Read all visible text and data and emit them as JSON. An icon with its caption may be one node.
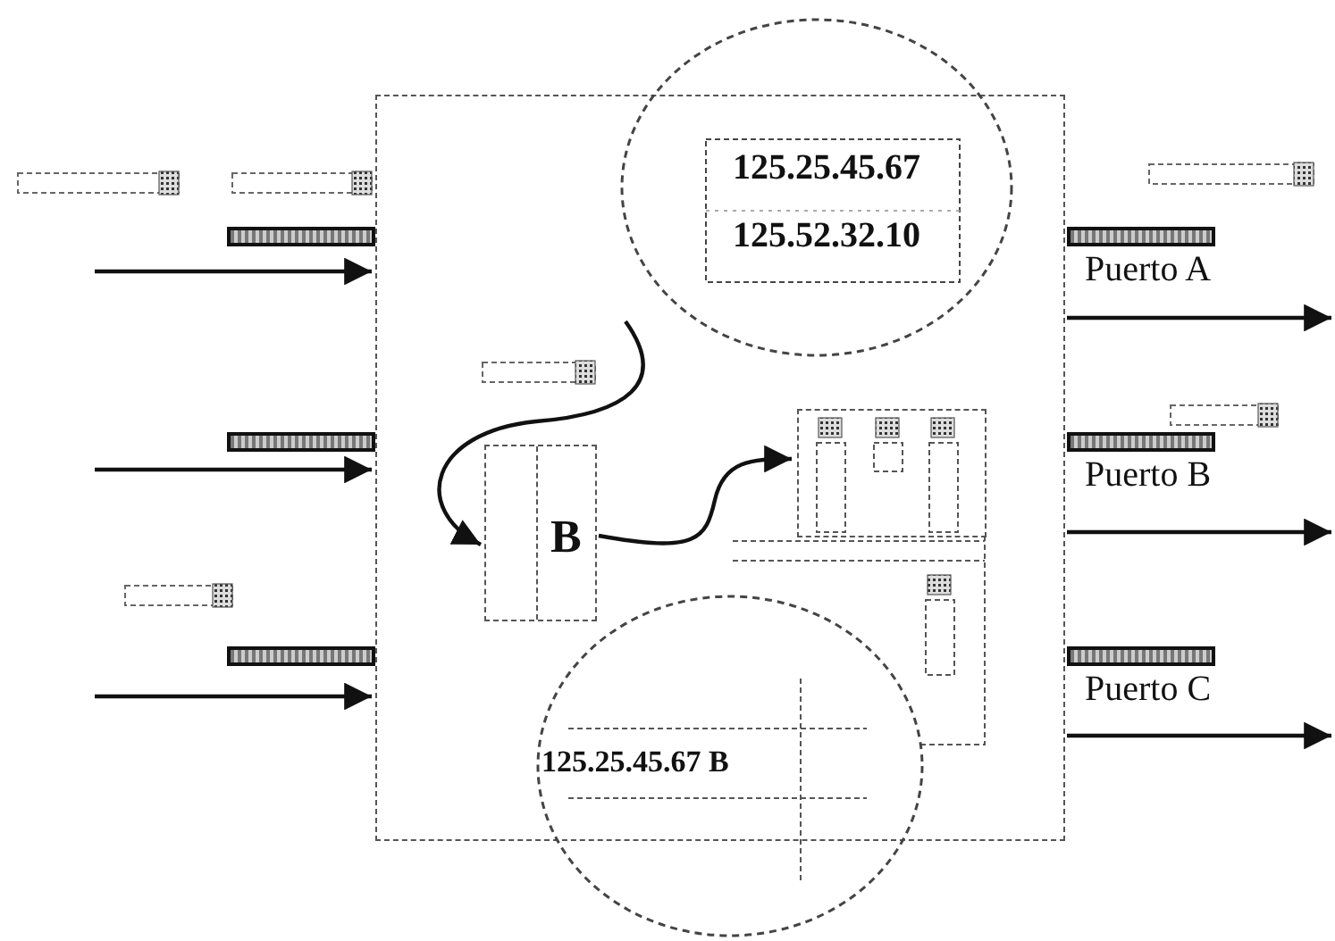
{
  "diagram": {
    "nodes": [
      {
        "text": [],
        "shape": "box"
      },
      {
        "text": [
          "125.25.45.67",
          "125.52.32.10"
        ]
      },
      {
        "text": [
          "B"
        ],
        "in": 0
      },
      {
        "text": [],
        "shape": "box",
        "in": 0
      },
      {
        "text": [
          "125.25.45.67 B"
        ]
      },
      {
        "text": [],
        "shape": "bar"
      },
      {
        "text": [],
        "shape": "bar"
      },
      {
        "text": [],
        "shape": "bar"
      },
      {
        "text": [],
        "shape": "bar",
        "beside": [
          "Puerto A"
        ]
      },
      {
        "text": [],
        "shape": "bar",
        "beside": [
          "Puerto B"
        ]
      },
      {
        "text": [],
        "shape": "bar",
        "beside": [
          "Puerto C"
        ]
      }
    ],
    "edges": [
      {
        "from": null,
        "to": 0,
        "arrow": "to"
      },
      {
        "from": null,
        "to": 0,
        "arrow": "to"
      },
      {
        "from": null,
        "to": 0,
        "arrow": "to"
      },
      {
        "from": null,
        "to": 2,
        "arrow": "to"
      },
      {
        "from": 2,
        "to": 3,
        "arrow": "to"
      },
      {
        "from": 0,
        "to": null,
        "arrow": "to"
      },
      {
        "from": 0,
        "to": null,
        "arrow": "to"
      },
      {
        "from": 0,
        "to": null,
        "arrow": "to"
      }
    ]
  }
}
